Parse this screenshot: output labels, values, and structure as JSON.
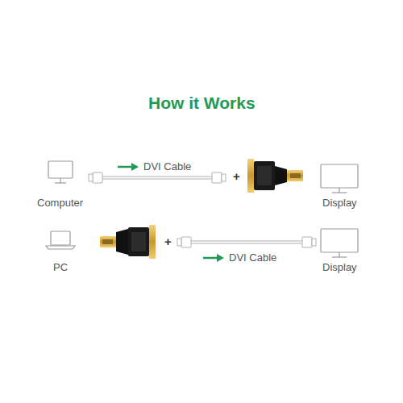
{
  "diagram": {
    "title": "How it Works",
    "nodes": [
      {
        "text": [
          "Computer"
        ]
      },
      {
        "text": [
          "Display"
        ]
      },
      {
        "text": [
          "PC"
        ]
      },
      {
        "text": [
          "Display"
        ]
      }
    ],
    "labels": [
      "DVI Cable",
      "+",
      "+",
      "DVI Cable"
    ]
  }
}
